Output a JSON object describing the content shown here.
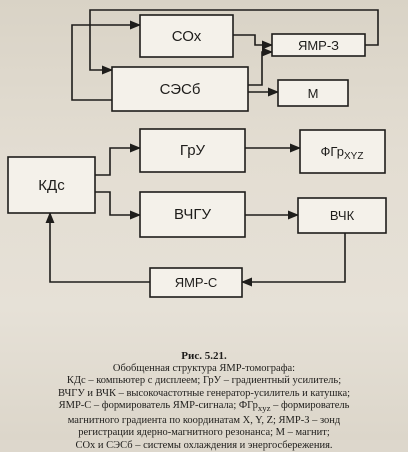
{
  "diagram": {
    "blocks": {
      "sox": "СОх",
      "yamr3": "ЯМР-З",
      "sesb": "СЭСб",
      "m": "М",
      "kds": "КДс",
      "gru": "ГрУ",
      "fgr_main": "ФГр",
      "fgr_sub": "XYZ",
      "vchgu": "ВЧГУ",
      "vchk": "ВЧК",
      "yamrs": "ЯМР-С"
    }
  },
  "caption": {
    "figure_number": "Рис. 5.21.",
    "title": "Обобщенная структура ЯМР-томографа:",
    "lines": [
      "КДс – компьютер с дисплеем; ГрУ – градиентный усилитель;",
      "ВЧГУ и ВЧК – высокочастотные генератор-усилитель и катушка;",
      "ЯМР-С – формирователь ЯМР-сигнала; ФГр",
      "магнитного градиента по координатам X, Y, Z; ЯМР-З – зонд",
      "регистрации ядерно-магнитного резонанса; М – магнит;",
      "СОх и СЭСб – системы охлаждения и энергосбережения."
    ],
    "line3_sub": "xyz",
    "line3_tail": " – формирователь"
  }
}
